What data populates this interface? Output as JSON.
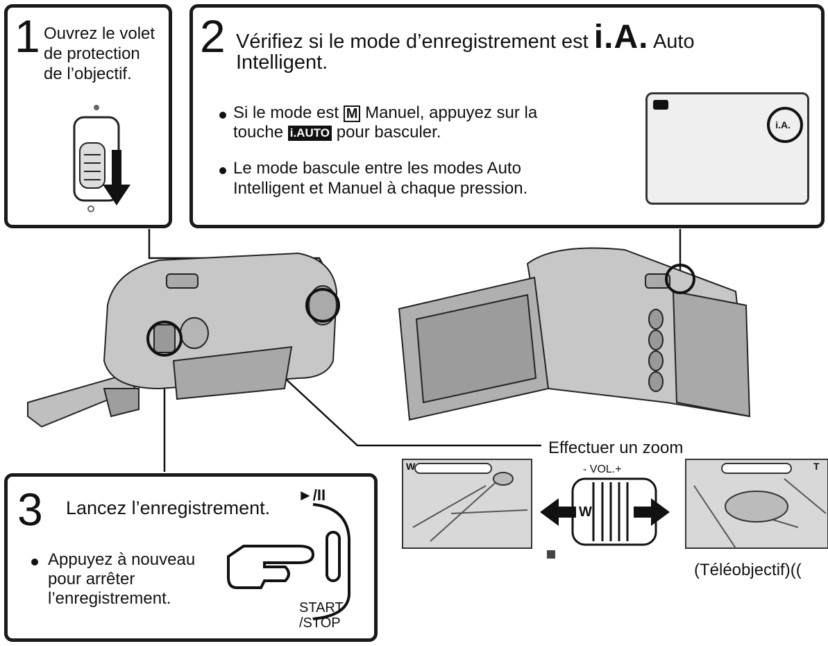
{
  "step1": {
    "number": "1",
    "text": [
      "Ouvrez le volet",
      "de protection",
      "de l’objectif."
    ]
  },
  "step2": {
    "number": "2",
    "title_prefix": "Vérifiez si le mode d’enregistrement est",
    "ia_mark": "i.A.",
    "title_suffix": "Auto",
    "title_line2": "Intelligent.",
    "bullet1_a": "Si le mode est",
    "m_mark": "M",
    "bullet1_b": "Manuel, appuyez sur la",
    "bullet1_c": "touche",
    "iauto_mark": "i.AUTO",
    "bullet1_d": "pour basculer.",
    "bullet2_line1": "Le mode bascule entre les modes Auto",
    "bullet2_line2": "Intelligent et Manuel à chaque pression.",
    "screen_badge": "i.A."
  },
  "step3": {
    "number": "3",
    "title": "Lancez l’enregistrement.",
    "play_label": "►/II",
    "bullet": [
      "Appuyez à nouveau",
      "pour arrêter",
      "l’enregistrement."
    ],
    "button_label": [
      "START",
      "/STOP"
    ]
  },
  "zoom": {
    "title": "Effectuer un zoom",
    "vol_label": "- VOL.+",
    "w_label": "W",
    "t_label": "T",
    "left_w": "W",
    "right_t": "T",
    "tele_caption": "(Téléobjectif)(("
  },
  "colors": {
    "border": "#1a1a1a",
    "screen_bg": "#efefef",
    "camera_gray": "#bdbdbd"
  }
}
